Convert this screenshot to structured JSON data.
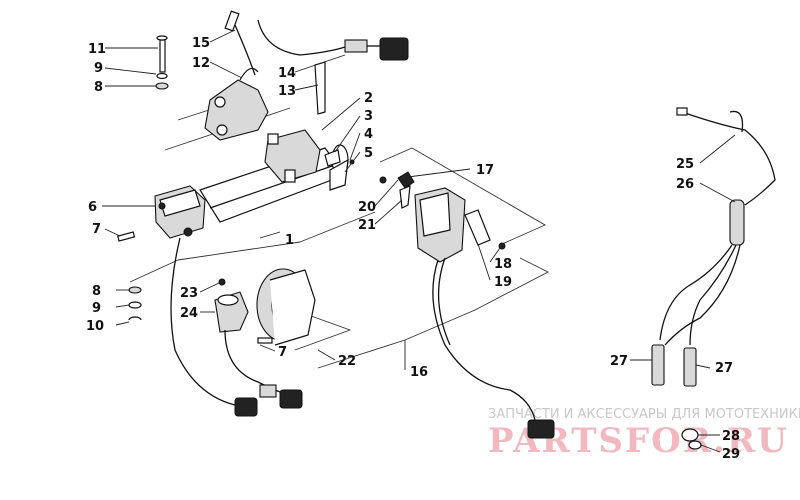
{
  "callouts": [
    {
      "label": "1"
    },
    {
      "label": "2"
    },
    {
      "label": "3"
    },
    {
      "label": "4"
    },
    {
      "label": "5"
    },
    {
      "label": "6"
    },
    {
      "label": "7"
    },
    {
      "label": "7"
    },
    {
      "label": "8"
    },
    {
      "label": "8"
    },
    {
      "label": "9"
    },
    {
      "label": "9"
    },
    {
      "label": "10"
    },
    {
      "label": "11"
    },
    {
      "label": "12"
    },
    {
      "label": "13"
    },
    {
      "label": "14"
    },
    {
      "label": "15"
    },
    {
      "label": "16"
    },
    {
      "label": "17"
    },
    {
      "label": "18"
    },
    {
      "label": "19"
    },
    {
      "label": "20"
    },
    {
      "label": "21"
    },
    {
      "label": "22"
    },
    {
      "label": "23"
    },
    {
      "label": "24"
    },
    {
      "label": "25"
    },
    {
      "label": "26"
    },
    {
      "label": "27"
    },
    {
      "label": "27"
    },
    {
      "label": "28"
    },
    {
      "label": "29"
    }
  ],
  "watermark": {
    "tagline": "ЗАПЧАСТИ И АКСЕССУАРЫ ДЛЯ МОТОТЕХНИКИ",
    "brand": "PARTSFOR.RU"
  }
}
